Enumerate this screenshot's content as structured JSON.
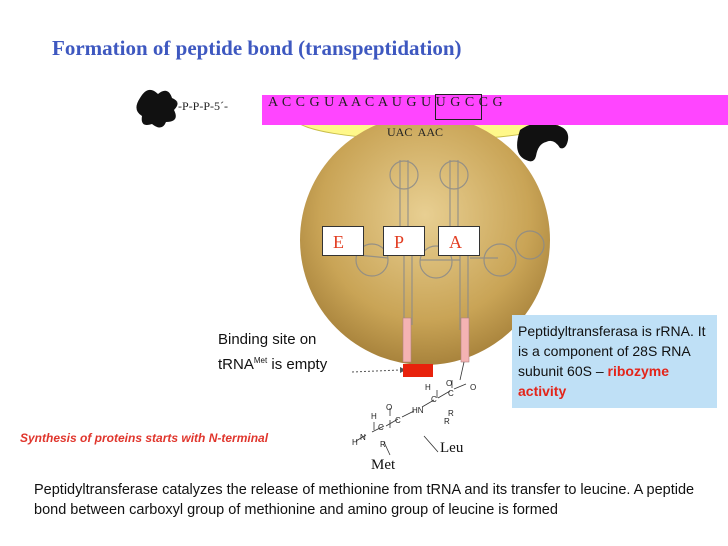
{
  "title": "Formation of peptide bond (transpeptidation)",
  "mrna": {
    "cap_text": "´-P-P-P-5´-",
    "sequence": "A C C G U A A C A U G U U G C C G",
    "anticodons": "UAC AAC"
  },
  "ribosome_sites": {
    "e": "E",
    "p": "P",
    "a": "A"
  },
  "binding_note": {
    "line1": "Binding site on",
    "line2_prefix": "tRNA",
    "line2_sup": "Met",
    "line2_suffix": " is empty"
  },
  "info_box": {
    "text": "Peptidyltransferasa is rRNA. It is a component of 28S RNA subunit 60S – ",
    "highlight": "ribozyme activity"
  },
  "synthesis_note": "Synthesis of proteins starts with N-terminal",
  "amino_acids": {
    "leu": "Leu",
    "met": "Met"
  },
  "bottom_text": "Peptidyltransferase catalyzes the  release of methionine from tRNA and  its transfer to leucine. A peptide bond between carboxyl group of methionine and amino group of leucine is formed",
  "colors": {
    "title": "#3e58c0",
    "mrna_bar": "#ff45ff",
    "ribosome_large": "#c9a456",
    "ribosome_small": "#fff88a",
    "site_label": "#e23c20",
    "info_box": "#bfe0f6",
    "highlight": "#e3251a"
  }
}
